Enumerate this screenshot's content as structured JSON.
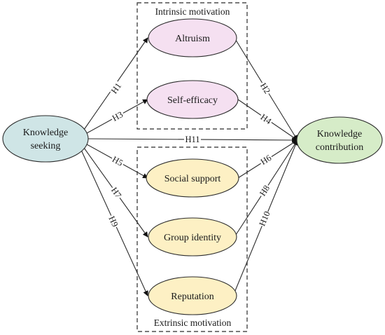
{
  "groups": {
    "intrinsic": {
      "label": "Intrinsic motivation"
    },
    "extrinsic": {
      "label": "Extrinsic motivation"
    }
  },
  "nodes": {
    "seeking": {
      "line1": "Knowledge",
      "line2": "seeking",
      "fill": "#cfe5e6"
    },
    "contribution": {
      "line1": "Knowledge",
      "line2": "contribution",
      "fill": "#d6ecc8"
    },
    "altruism": {
      "label": "Altruism",
      "fill": "#f5e0f1"
    },
    "self_efficacy": {
      "label": "Self-efficacy",
      "fill": "#f5e0f1"
    },
    "social_support": {
      "label": "Social support",
      "fill": "#fdf0c4"
    },
    "group_identity": {
      "label": "Group identity",
      "fill": "#fdf0c4"
    },
    "reputation": {
      "label": "Reputation",
      "fill": "#fdf0c4"
    }
  },
  "hypotheses": {
    "h1": "H1",
    "h2": "H2",
    "h3": "H3",
    "h4": "H4",
    "h5": "H5",
    "h6": "H6",
    "h7": "H7",
    "h8": "H8",
    "h9": "H9",
    "h10": "H10",
    "h11": "H11"
  },
  "colors": {
    "stroke": "#2b2b2b",
    "arrow": "#111111"
  }
}
